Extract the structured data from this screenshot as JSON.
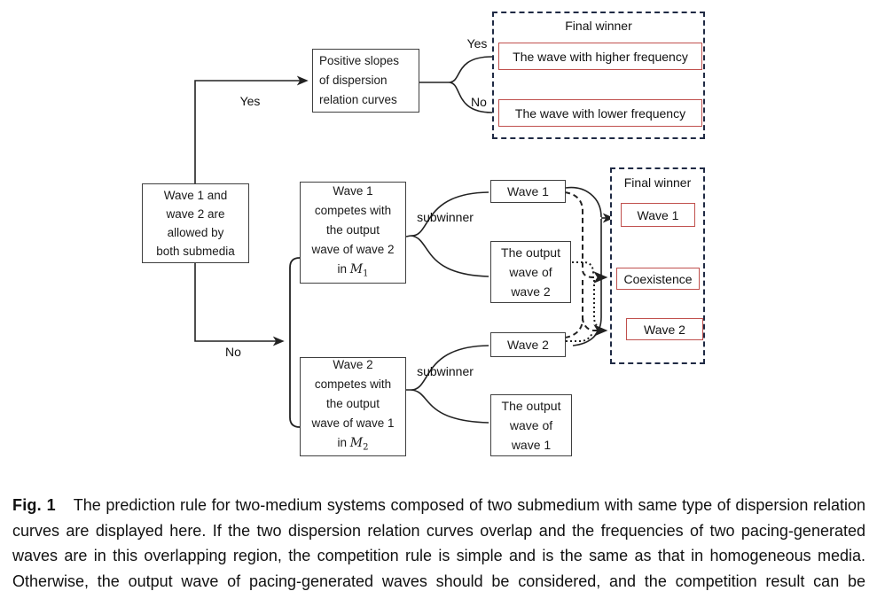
{
  "colors": {
    "box_border": "#3f3f3f",
    "red_accent": "#c0504d",
    "navy_dashed": "#1f2a44",
    "text": "#1a1a1a"
  },
  "flow": {
    "root_box": "Wave 1 and\nwave 2 are\nallowed by\nboth submedia",
    "yes_branch_label": "Yes",
    "no_branch_label": "No",
    "slopes_box": "Positive slopes\nof dispersion\nrelation curves",
    "slopes_yes_label": "Yes",
    "slopes_no_label": "No",
    "final1": {
      "title": "Final winner",
      "higher": "The wave with higher frequency",
      "lower": "The wave with lower frequency"
    },
    "compete1": {
      "body": "Wave 1\ncompetes with\nthe output\nwave of wave 2",
      "in_word": "in",
      "m": "M",
      "sub": "1"
    },
    "compete2": {
      "body": "Wave 2\ncompetes with\nthe output\nwave of wave 1",
      "in_word": "in",
      "m": "M",
      "sub": "2"
    },
    "subwinner1": "subwinner",
    "subwinner2": "subwinner",
    "wave1_box": "Wave 1",
    "output2_box": "The output\nwave of\nwave 2",
    "wave2_box": "Wave 2",
    "output1_box": "The output\nwave of\nwave 1",
    "final2": {
      "title": "Final winner",
      "options": [
        "Wave 1",
        "Coexistence",
        "Wave 2"
      ]
    }
  },
  "caption": {
    "label": "Fig.  1",
    "text": "The prediction rule for two-medium systems composed of two submedium with same type of dispersion relation curves are displayed here.  If the two dispersion relation curves overlap and the frequencies of two pacing-generated waves are in this overlapping region, the competition rule is simple and is the same as that in homogeneous media.  Otherwise, the output wave of pacing-generated waves should be considered, and the competition result can be predicted by this table."
  }
}
